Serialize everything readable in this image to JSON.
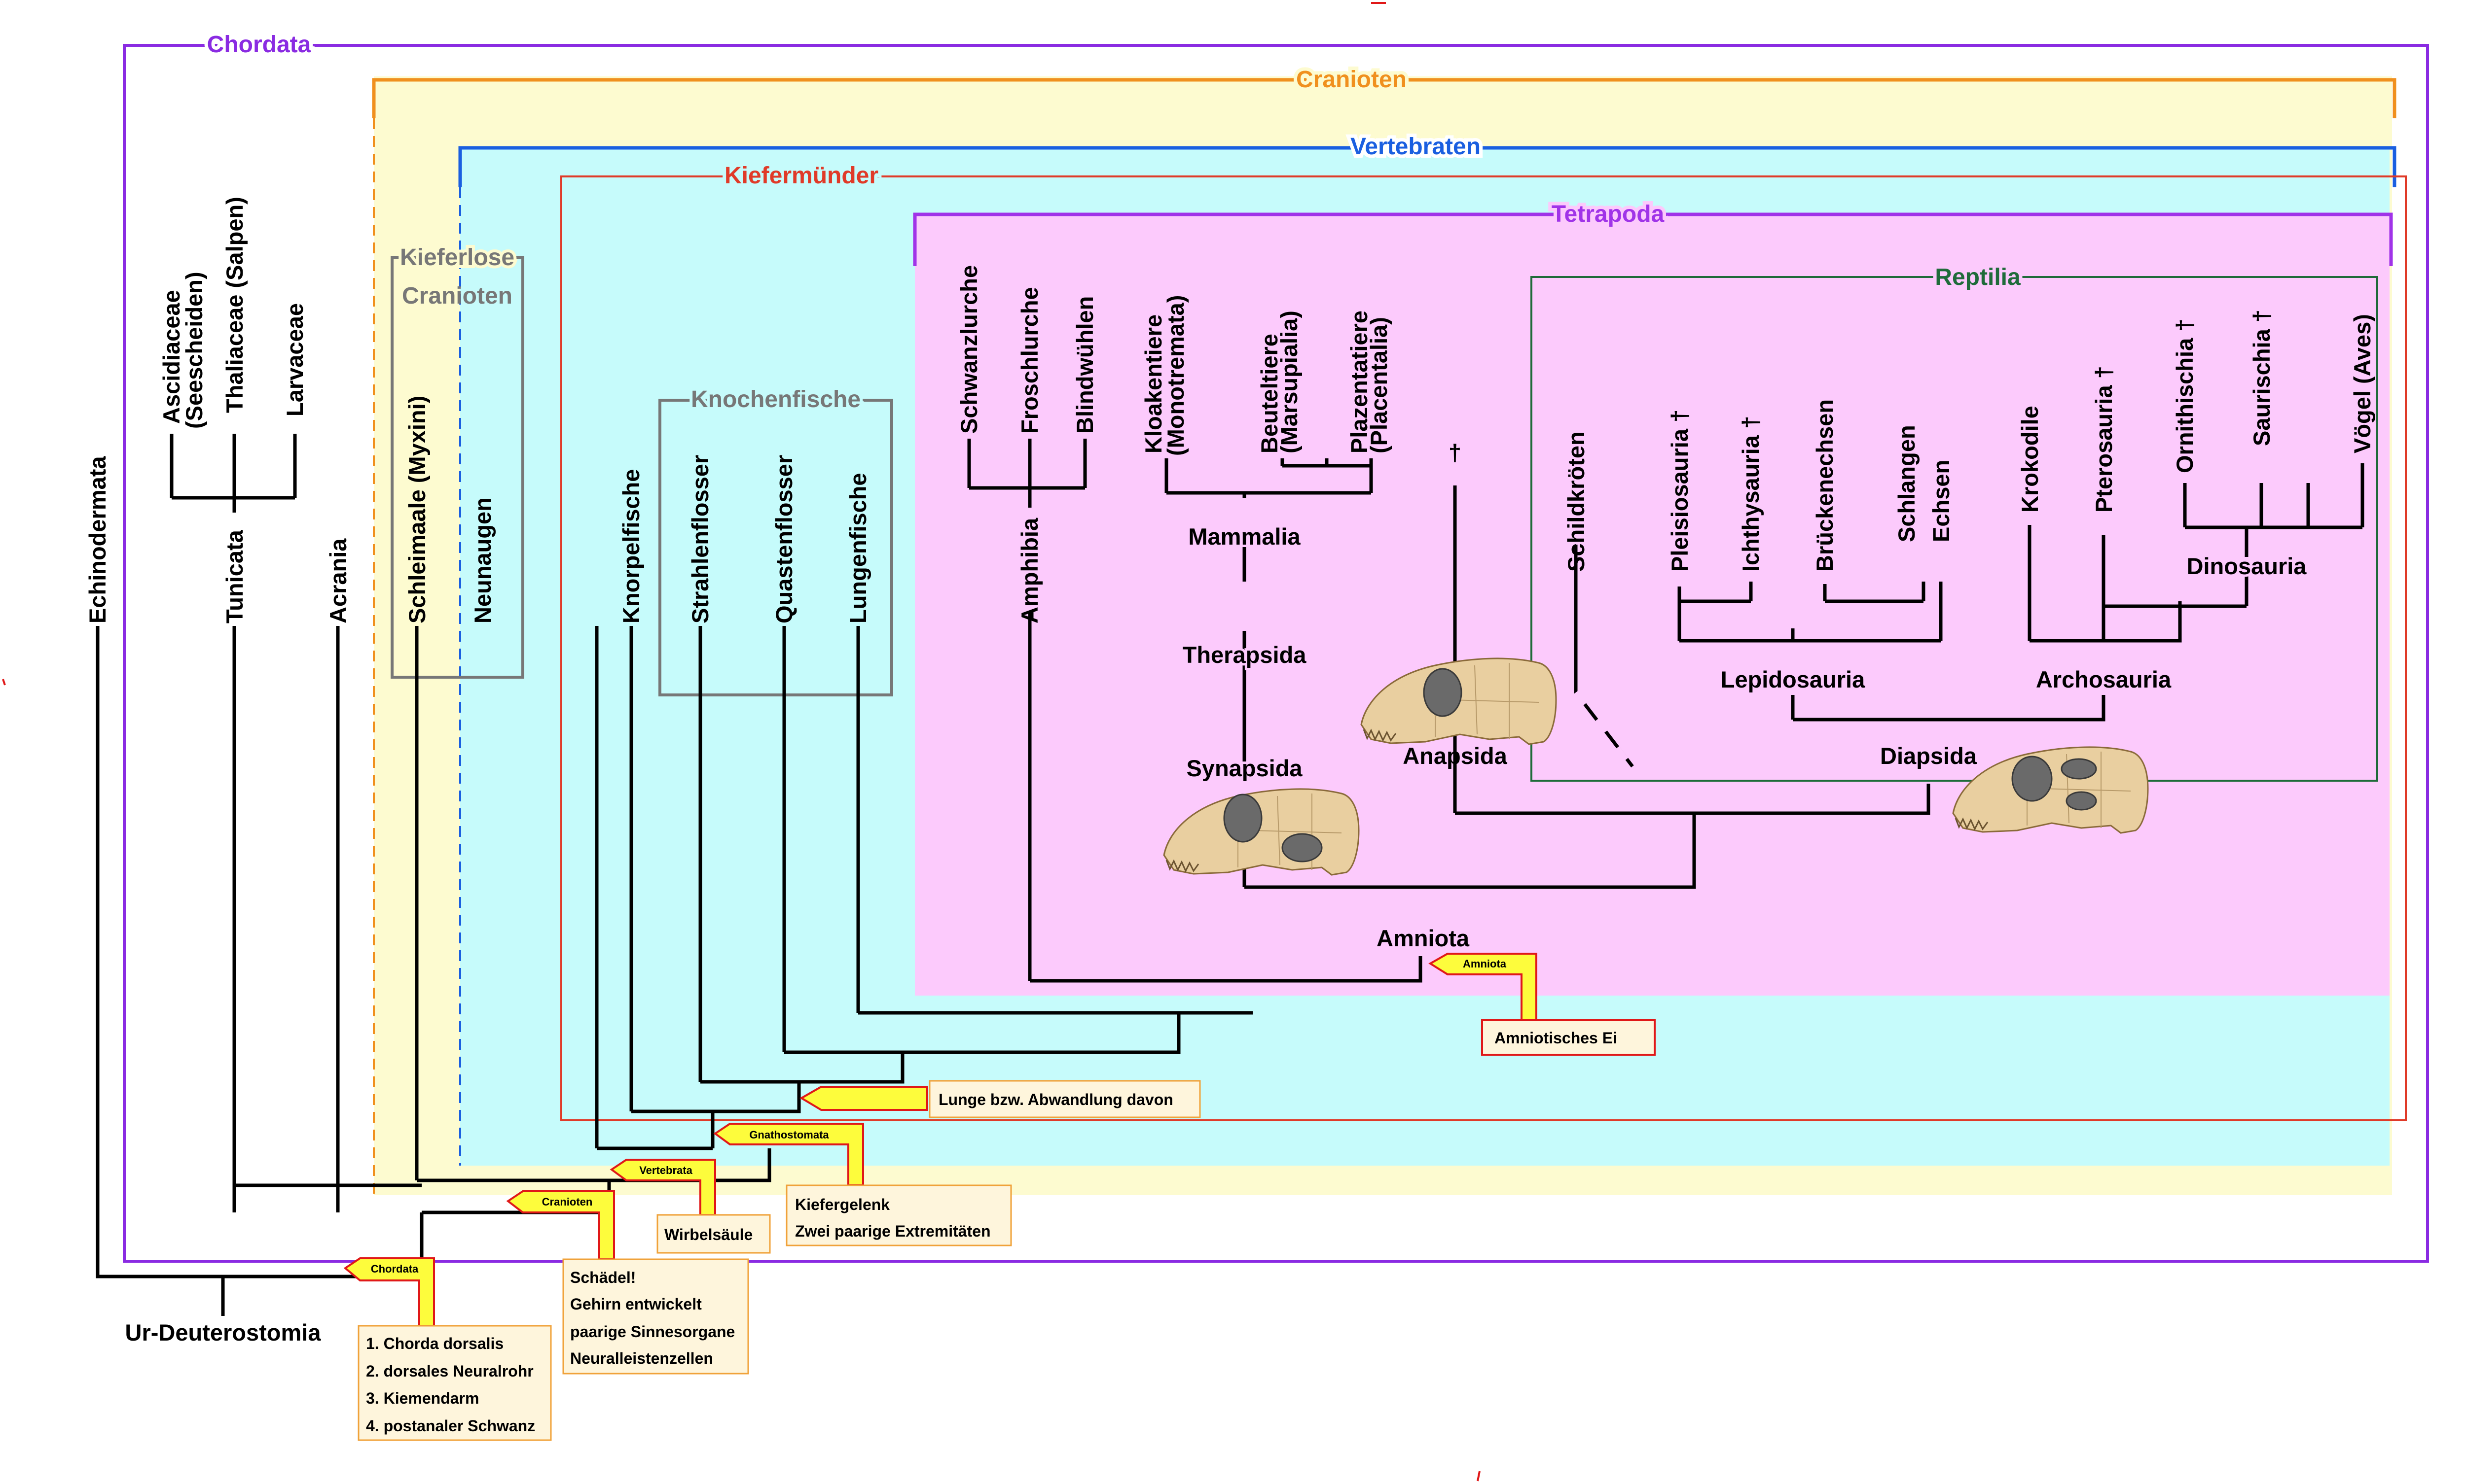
{
  "groups": {
    "chordata": "Chordata",
    "cranioten": "Cranioten",
    "vertebraten": "Vertebraten",
    "kiefermuender": "Kiefermünder",
    "tetrapoda": "Tetrapoda",
    "reptilia": "Reptilia",
    "kieferlose_line1": "Kieferlose",
    "kieferlose_line2": "Cranioten",
    "knochenfische": "Knochenfische"
  },
  "taxa": {
    "echinodermata": "Echinodermata",
    "ascidiaceae_1": "Ascidiaceae",
    "ascidiaceae_2": "(Seescheiden)",
    "thaliaceae": "Thaliaceae (Salpen)",
    "larvaceae": "Larvaceae",
    "tunicata": "Tunicata",
    "acrania": "Acrania",
    "schleimaale": "Schleimaale (Myxini)",
    "neunaugen": "Neunaugen",
    "knorpelfische": "Knorpelfische",
    "strahlenflosser": "Strahlenflosser",
    "quastenflosser": "Quastenflosser",
    "lungenfische": "Lungenfische",
    "schwanzlurche": "Schwanzlurche",
    "froschlurche": "Froschlurche",
    "blindwuehlen": "Blindwühlen",
    "amphibia": "Amphibia",
    "kloakentiere_1": "Kloakentiere",
    "kloakentiere_2": "(Monotremata)",
    "beuteltiere_1": "Beuteltiere",
    "beuteltiere_2": "(Marsupialia)",
    "plazentatiere_1": "Plazentatiere",
    "plazentatiere_2": "(Placentalia)",
    "mammalia": "Mammalia",
    "therapsida": "Therapsida",
    "synapsida": "Synapsida",
    "dagger": "†",
    "anapsida": "Anapsida",
    "schildkroeten": "Schildkröten",
    "pleisiosauria": "Pleisiosauria †",
    "ichthysauria": "Ichthysauria †",
    "brueckenechsen": "Brückenechsen",
    "schlangen": "Schlangen",
    "echsen": "Echsen",
    "lepidosauria": "Lepidosauria",
    "krokodile": "Krokodile",
    "pterosauria": "Pterosauria †",
    "ornithischia": "Ornithischia †",
    "saurischia": "Saurischia †",
    "voegel": "Vögel (Aves)",
    "dinosauria": "Dinosauria",
    "archosauria": "Archosauria",
    "diapsida": "Diapsida",
    "amniota": "Amniota",
    "ur_deuterostomia": "Ur-Deuterostomia"
  },
  "arrow_tags": {
    "chordata": "Chordata",
    "cranioten": "Cranioten",
    "vertebrata": "Vertebrata",
    "gnathostomata": "Gnathostomata",
    "amniota": "Amniota"
  },
  "notes": {
    "chordata": [
      "1. Chorda dorsalis",
      "2. dorsales Neuralrohr",
      "3. Kiemendarm",
      "4. postanaler Schwanz"
    ],
    "cranioten": [
      "Schädel!",
      "Gehirn entwickelt",
      "paarige Sinnesorgane",
      "Neuralleistenzellen"
    ],
    "vertebrata": [
      "Wirbelsäule"
    ],
    "gnathostomata": [
      "Kiefergelenk",
      "Zwei paarige Extremitäten"
    ],
    "lunge": [
      "Lunge bzw. Abwandlung davon"
    ],
    "amniota": [
      "Amniotisches Ei"
    ]
  },
  "colors": {
    "chordata": "#8a2be2",
    "cranioten": "#f0901e",
    "cranioten_fill": "#fdfbd0",
    "vertebraten": "#1a5fe0",
    "vertebraten_fill": "#c6fbfb",
    "kiefermuender": "#e03a28",
    "tetrapoda": "#a033e8",
    "tetrapoda_fill": "#fccafc",
    "reptilia": "#1f6b3a",
    "grey_box": "#777777",
    "note_fill": "#fef5dc",
    "note_border": "#f0a23a",
    "arrow_fill": "#fdfc3c",
    "arrow_border": "#e01818"
  }
}
